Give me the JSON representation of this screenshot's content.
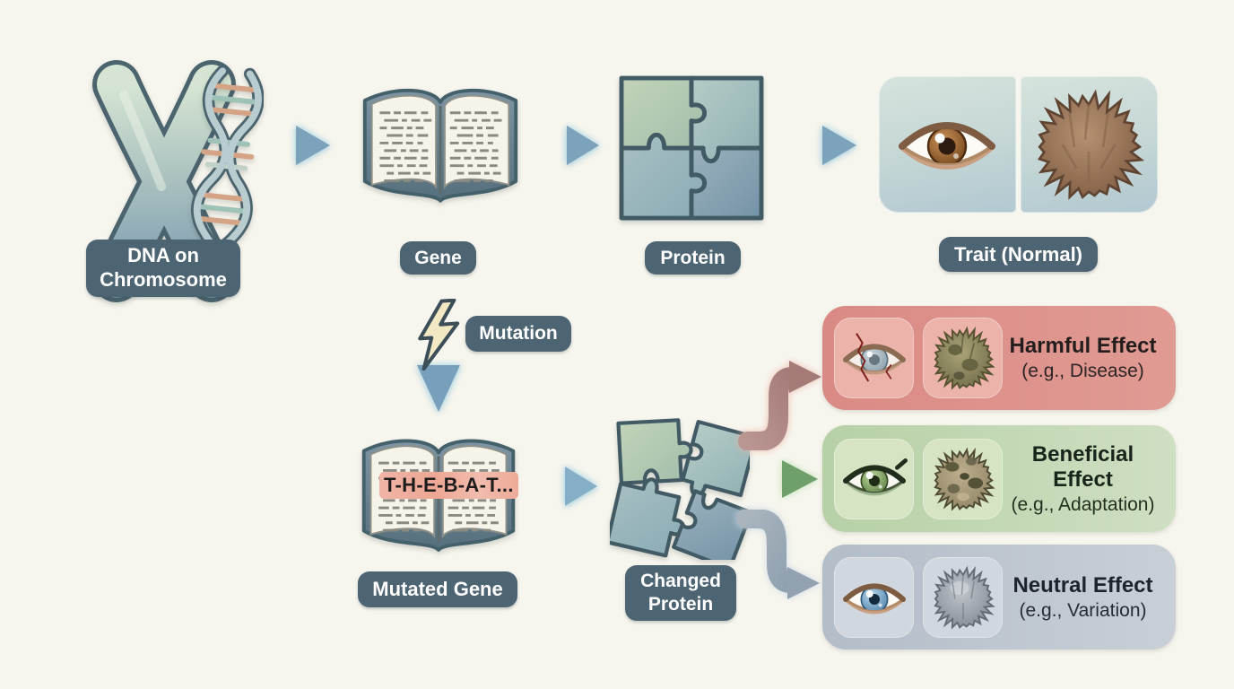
{
  "stages": {
    "dna": "DNA on Chromosome",
    "gene": "Gene",
    "protein": "Protein",
    "trait": "Trait (Normal)",
    "mutation": "Mutation",
    "mutated_gene": "Mutated Gene",
    "mutated_sequence": "T-H-E-B-A-T...",
    "changed_protein": "Changed Protein"
  },
  "outcomes": [
    {
      "title": "Harmful Effect",
      "subtitle": "(e.g., Disease)",
      "bg": "#dd8d87",
      "tile_bg": "#ecb3ab",
      "eye": "damaged-gray-eye",
      "fur": "sickly-olive-fur"
    },
    {
      "title": "Beneficial Effect",
      "subtitle": "(e.g., Adaptation)",
      "bg": "#c2d7b2",
      "tile_bg": "#d6e4c4",
      "eye": "green-eye",
      "fur": "camouflage-fur"
    },
    {
      "title": "Neutral Effect",
      "subtitle": "(e.g., Variation)",
      "bg": "#bac4cd",
      "tile_bg": "#d1d7de",
      "eye": "blue-eye",
      "fur": "gray-fur"
    }
  ],
  "trait_panel": {
    "eye": "brown-eye",
    "fur": "brown-fur"
  },
  "icons": {
    "chromosome": "chromosome-icon",
    "dna_helix": "dna-helix-icon",
    "gene_book": "gene-book-icon",
    "protein_puzzle": "protein-puzzle-icon",
    "lightning": "lightning-bolt-icon",
    "flow_arrow": "right-arrow-icon",
    "mutation_arrow": "down-arrow-icon"
  },
  "colors": {
    "background": "#f7f6ee",
    "label_chip_bg": "#4d6472",
    "label_chip_text": "#ffffff",
    "arrow_blue": "#7fa4bd",
    "arrow_red": "#a97f7c",
    "arrow_green": "#74a471",
    "arrow_gray": "#93a2b0",
    "mutation_highlight": "#efae9f"
  }
}
